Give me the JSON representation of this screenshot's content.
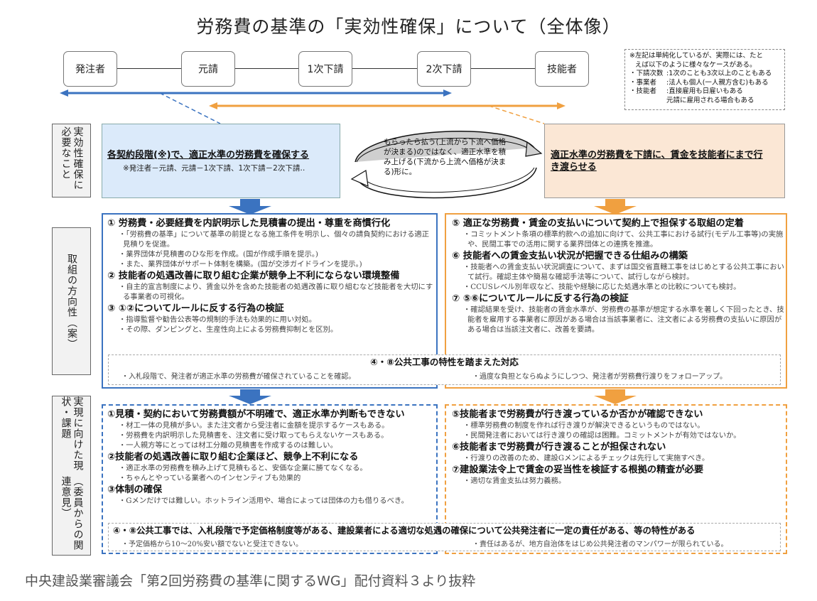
{
  "title": "労務費の基準の「実効性確保」について（全体像）",
  "chain": {
    "parties": [
      "発注者",
      "元請",
      "1次下請",
      "2次下請",
      "技能者"
    ]
  },
  "note": {
    "lines": [
      "※左記は単純化しているが、実際には、たと",
      "えば以下のように様々なケースがある。"
    ],
    "rows": [
      {
        "key": "・下請次数",
        "value": ":1次のことも3次以上のこともある"
      },
      {
        "key": "・事業者",
        "value": ":法人も個人(一人親方含む)もある"
      },
      {
        "key": "・技能者",
        "value": ":直接雇用も日雇いもある"
      },
      {
        "key": "",
        "value": "元請に雇用される場合もある"
      }
    ]
  },
  "colors": {
    "blue": "#3b73c0",
    "orange": "#f0a040",
    "blue_fill": "#dbeafa",
    "orange_fill": "#fbe7d5",
    "label_fill": "#f2f2f2"
  },
  "row_labels": {
    "necessary": "実効性確保に必要なこと",
    "direction": "取組の方向性（案）",
    "issues_line1": "実現に向けた現状・課題",
    "issues_line2": "（委員からの関連意見）"
  },
  "necessary": {
    "left": {
      "heading": "各契約段階(※)で、適正水準の労務費を確保する",
      "sub": "※発注者－元請、元請－1次下請、1次下請－2次下請‥"
    },
    "cycle_text": "もらったら払う(上流から下流へ価格が決まる)のではなく、適正水準を積み上げる(下流から上流へ価格が決まる)形に。",
    "right": {
      "heading": "適正水準の労務費を下請に、賃金を技能者にまで行き渡らせる"
    }
  },
  "direction": {
    "left": [
      {
        "heading": "①  労務費・必要経費を内訳明示した見積書の提出・尊重を商慣行化",
        "bullets": [
          "・「労務費の基準」について基準の前提となる施工条件を明示し、個々の請負契約における適正見積りを促進。",
          "・業界団体が見積書のひな形を作成。(国が作成手順を提示。)",
          "・また、業界団体がサポート体制を構築。(国が交渉ガイドラインを提示。)"
        ]
      },
      {
        "heading": "②  技能者の処遇改善に取り組む企業が競争上不利にならない環境整備",
        "bullets": [
          "・自主的宣言制度により、賃金以外を含めた技能者の処遇改善に取り組むなど技能者を大切にする事業者の可視化。"
        ]
      },
      {
        "heading": "③  ①②についてルールに反する行為の検証",
        "bullets": [
          "・指導監督や勧告公表等の規制的手法も効果的に用い対処。",
          "・その際、ダンピングと、生産性向上による労務費抑制とを区別。"
        ]
      }
    ],
    "right": [
      {
        "heading": "⑤  適正な労務費・賃金の支払いについて契約上で担保する取組の定着",
        "bullets": [
          "・コミットメント条項の標準約款への追加に向けて、公共工事における試行(モデル工事等)の実施や、民間工事での活用に関する業界団体との連携を推進。"
        ]
      },
      {
        "heading": "⑥  技能者への賃金支払い状況が把握できる仕組みの構築",
        "bullets": [
          "・技能者への賃金支払い状況調査について、まずは国交省直轄工事をはじめとする公共工事において試行。確認主体や簡易な確認手法等について、試行しながら検討。",
          "・CCUSレベル別年収など、技能や経験に応じた処遇水準との比較についても検討。"
        ]
      },
      {
        "heading": "⑦  ⑤⑥についてルールに反する行為の検証",
        "bullets": [
          "・確認結果を受け、技能者の賃金水準が、労務費の基準が想定する水準を著しく下回ったとき、技能者を雇用する事業者に原因がある場合は当該事業者に、注文者による労務費の支払いに原因がある場合は当該注文者に、改善を要請。"
        ]
      }
    ],
    "public": {
      "heading": "④・⑧公共工事の特性を踏まえた対応",
      "left": "・入札段階で、発注者が適正水準の労務費が確保されていることを確認。",
      "right": "・過度な負担とならぬようにしつつ、発注者が労務費行渡りをフォローアップ。"
    }
  },
  "issues": {
    "left": [
      {
        "heading": "①見積・契約において労務費額が不明確で、適正水準か判断もできない",
        "bullets": [
          "・材工一体の見積が多い。また注文者から受注者に金額を提示するケースもある。",
          "・労務費を内訳明示した見積書を、注文者に受け取ってもらえないケースもある。",
          "・一人親方等にとっては材工分離の見積書を作成するのは難しい。"
        ]
      },
      {
        "heading": "②技能者の処遇改善に取り組む企業ほど、競争上不利になる",
        "bullets": [
          "・適正水準の労務費を積み上げて見積もると、安価な企業に勝てなくなる。",
          "・ちゃんとやっている業者へのインセンティブも効果的"
        ]
      },
      {
        "heading": "③体制の確保",
        "bullets": [
          "・Gメンだけでは難しい。ホットライン活用や、場合によっては団体の力も借りるべき。"
        ]
      }
    ],
    "right": [
      {
        "heading": "⑤技能者まで労務費が行き渡っているか否かが確認できない",
        "bullets": [
          "・標準労務費の制度を作れば行き渡りが解決できるというものではない。",
          "・民間発注者においては行き渡りの確認は困難。コミットメントが有効ではないか。"
        ]
      },
      {
        "heading": "⑥技能者まで労務費が行き渡ることが担保されない",
        "bullets": [
          "・行渡りの改善のため、建設Gメンによるチェックは先行して実施すべき。"
        ]
      },
      {
        "heading": "⑦建設業法令上で賃金の妥当性を検証する根拠の精査が必要",
        "bullets": [
          "・適切な賃金支払は努力義務。"
        ]
      }
    ],
    "public": {
      "heading": "④・⑧公共工事では、入札段階で予定価格制度等がある、建設業者による適切な処遇の確保について公共発注者に一定の責任がある、等の特性がある",
      "left": "・予定価格から10～20%安い額でないと受注できない。",
      "right": "・責任はあるが、地方自治体をはじめ公共発注者のマンパワーが限られている。"
    }
  },
  "footer": "中央建設業審議会「第2回労務費の基準に関するWG」配付資料３より抜粋"
}
